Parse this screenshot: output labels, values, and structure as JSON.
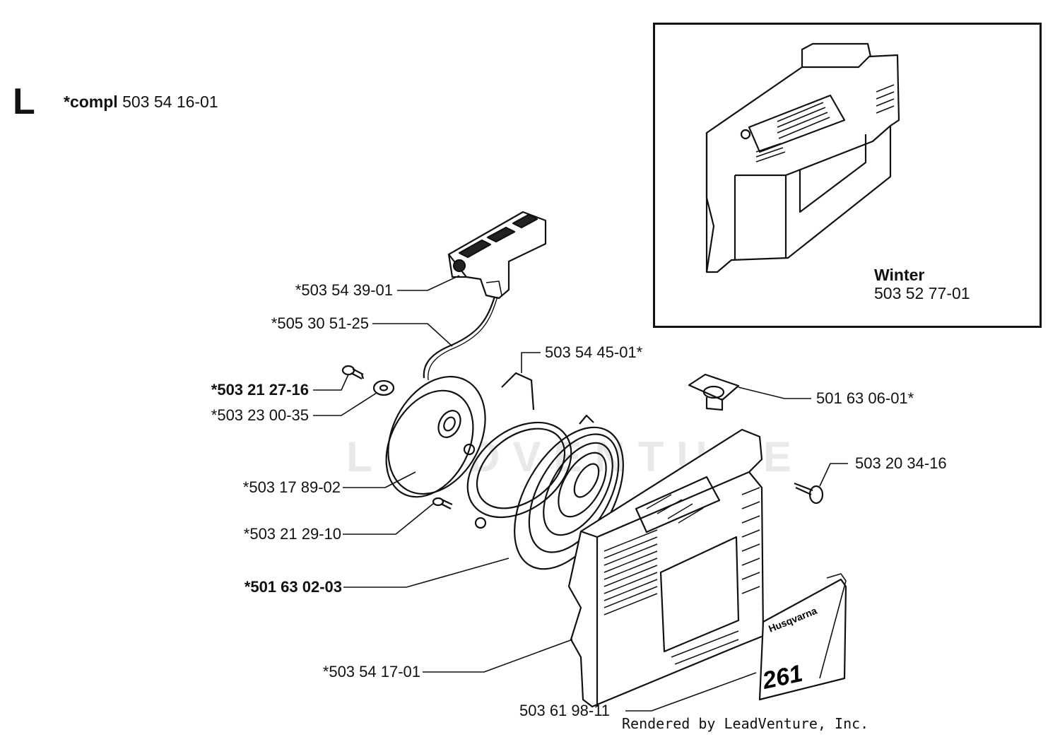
{
  "section": {
    "letter": "L",
    "compl_prefix": "*compl",
    "compl_number": "503 54 16-01"
  },
  "inset": {
    "name": "Winter",
    "number": "503 52 77-01"
  },
  "callouts": {
    "handle": "*503 54 39-01",
    "rope": "*505 30 51-25",
    "bracket": "503 54 45-01*",
    "screw_top": "*503 21 27-16",
    "washer": "*503 23 00-35",
    "pulley": "*503 17 89-02",
    "screw_small": "*503 21 29-10",
    "spring": "*501 63 02-03",
    "housing": "*503 54 17-01",
    "cap": "501 63 06-01*",
    "screw_right": "503 20 34-16",
    "decal": "503 61 98-11"
  },
  "decal": {
    "brand": "Husqvarna",
    "model": "261"
  },
  "watermark": "LEADVENTURE",
  "footer": "Rendered by LeadVenture, Inc."
}
